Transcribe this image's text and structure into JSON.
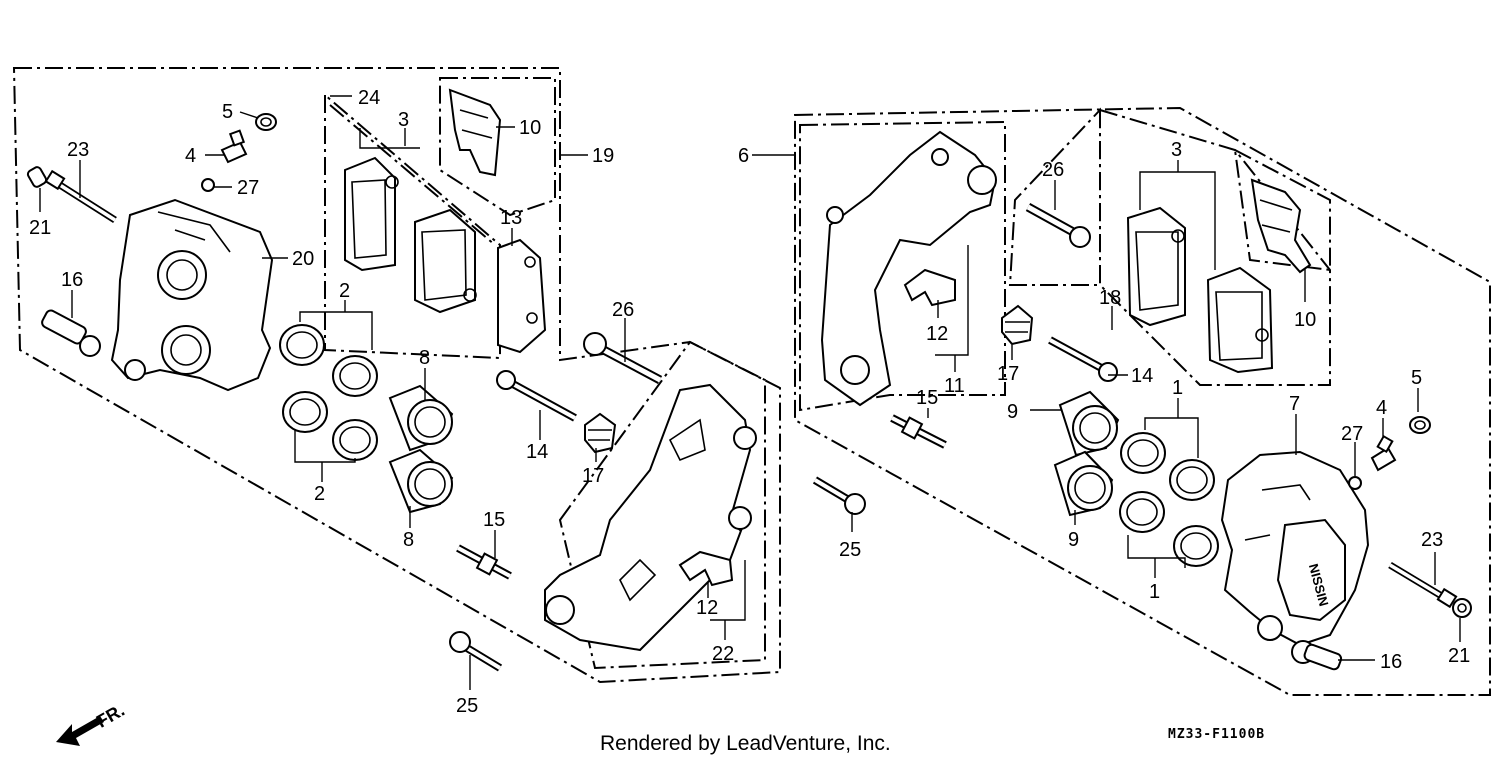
{
  "footer": {
    "credit": "Rendered by LeadVenture, Inc.",
    "diagram_code": "MZ33-F1100B",
    "direction": "FR."
  },
  "callouts": [
    {
      "id": "c-5-l",
      "text": "5"
    },
    {
      "id": "c-24",
      "text": "24"
    },
    {
      "id": "c-3-l",
      "text": "3"
    },
    {
      "id": "c-10-l",
      "text": "10"
    },
    {
      "id": "c-19",
      "text": "19"
    },
    {
      "id": "c-23-l",
      "text": "23"
    },
    {
      "id": "c-4-l",
      "text": "4"
    },
    {
      "id": "c-27-l",
      "text": "27"
    },
    {
      "id": "c-21-l",
      "text": "21"
    },
    {
      "id": "c-20",
      "text": "20"
    },
    {
      "id": "c-13",
      "text": "13"
    },
    {
      "id": "c-16-l",
      "text": "16"
    },
    {
      "id": "c-2-top",
      "text": "2"
    },
    {
      "id": "c-26-l",
      "text": "26"
    },
    {
      "id": "c-8-top",
      "text": "8"
    },
    {
      "id": "c-14-l",
      "text": "14"
    },
    {
      "id": "c-17-l",
      "text": "17"
    },
    {
      "id": "c-2-bot",
      "text": "2"
    },
    {
      "id": "c-8-bot",
      "text": "8"
    },
    {
      "id": "c-15-l",
      "text": "15"
    },
    {
      "id": "c-12-l",
      "text": "12"
    },
    {
      "id": "c-22",
      "text": "22"
    },
    {
      "id": "c-25-l",
      "text": "25"
    },
    {
      "id": "c-6",
      "text": "6"
    },
    {
      "id": "c-26-r",
      "text": "26"
    },
    {
      "id": "c-3-r",
      "text": "3"
    },
    {
      "id": "c-12-r",
      "text": "12"
    },
    {
      "id": "c-11",
      "text": "11"
    },
    {
      "id": "c-18",
      "text": "18"
    },
    {
      "id": "c-10-r",
      "text": "10"
    },
    {
      "id": "c-17-r",
      "text": "17"
    },
    {
      "id": "c-14-r",
      "text": "14"
    },
    {
      "id": "c-15-r",
      "text": "15"
    },
    {
      "id": "c-1-top",
      "text": "1"
    },
    {
      "id": "c-9-top",
      "text": "9"
    },
    {
      "id": "c-7",
      "text": "7"
    },
    {
      "id": "c-5-r",
      "text": "5"
    },
    {
      "id": "c-4-r",
      "text": "4"
    },
    {
      "id": "c-27-r",
      "text": "27"
    },
    {
      "id": "c-25-r",
      "text": "25"
    },
    {
      "id": "c-9-bot",
      "text": "9"
    },
    {
      "id": "c-1-bot",
      "text": "1"
    },
    {
      "id": "c-23-r",
      "text": "23"
    },
    {
      "id": "c-16-r",
      "text": "16"
    },
    {
      "id": "c-21-r",
      "text": "21"
    }
  ],
  "caliper_brand": "NISSIN"
}
